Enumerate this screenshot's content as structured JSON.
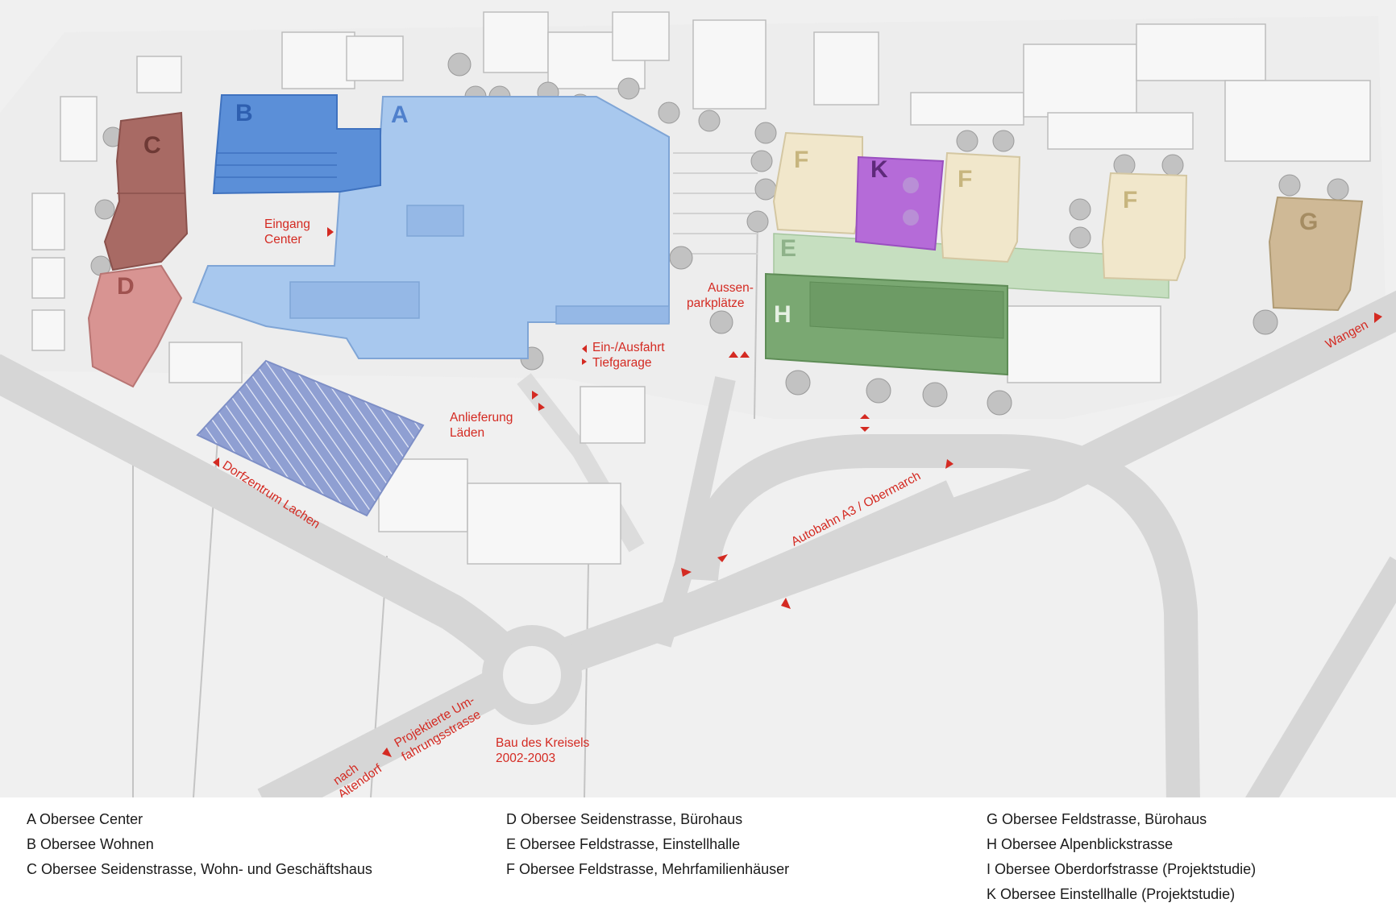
{
  "colors": {
    "A": "#a8c8ee",
    "B": "#5b8fd8",
    "C": "#a86a64",
    "D": "#d89492",
    "E": "#c6dfc0",
    "F": "#f1e7cb",
    "G": "#cfb996",
    "H": "#7aa872",
    "K": "#b56bd8",
    "I": "#8f9fd2",
    "label": "#d42a22",
    "road": "#d7d7d7",
    "ground": "#efefef"
  },
  "blocks": {
    "A": "A",
    "B": "B",
    "C": "C",
    "D": "D",
    "E": "E",
    "F1": "F",
    "F2": "F",
    "F3": "F",
    "G": "G",
    "H": "H",
    "K": "K"
  },
  "map_labels": {
    "eingang_1": "Eingang",
    "eingang_2": "Center",
    "aussen_1": "Aussen-",
    "aussen_2": "parkplätze",
    "einausfahrt_1": "Ein-/Ausfahrt",
    "einausfahrt_2": "Tiefgarage",
    "anlieferung_1": "Anlieferung",
    "anlieferung_2": "Läden",
    "dorfzentrum": "Dorfzentrum Lachen",
    "wangen": "Wangen",
    "autobahn": "Autobahn A3 / Obermarch",
    "kreisel_1": "Bau des Kreisels",
    "kreisel_2": "2002-2003",
    "umfahrung_1": "Projektierte Um-",
    "umfahrung_2": "fahrungsstrasse",
    "altendorf_1": "nach",
    "altendorf_2": "Altendorf"
  },
  "legend": {
    "col1": [
      "A Obersee Center",
      "B Obersee Wohnen",
      "C Obersee Seidenstrasse, Wohn- und Geschäftshaus"
    ],
    "col2": [
      "D Obersee Seidenstrasse, Bürohaus",
      "E Obersee Feldstrasse, Einstellhalle",
      "F Obersee Feldstrasse, Mehrfamilienhäuser"
    ],
    "col3": [
      "G Obersee Feldstrasse, Bürohaus",
      "H Obersee Alpenblickstrasse",
      "I  Obersee Oberdorfstrasse (Projektstudie)",
      "K Obersee Einstellhalle (Projektstudie)"
    ]
  }
}
